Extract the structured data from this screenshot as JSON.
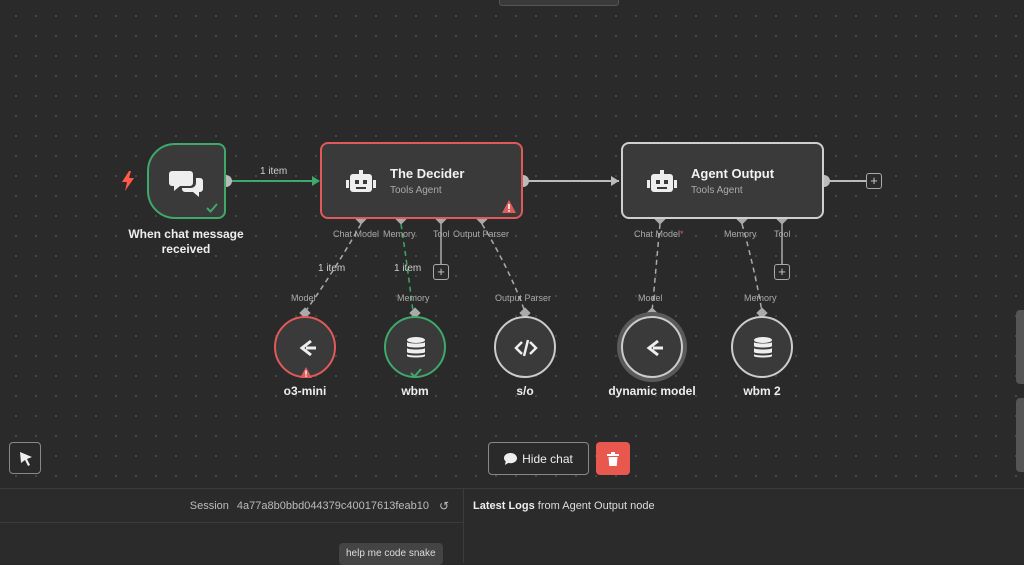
{
  "nodes": {
    "trigger": {
      "caption": "When chat message received"
    },
    "decider": {
      "title": "The Decider",
      "subtitle": "Tools Agent"
    },
    "output": {
      "title": "Agent Output",
      "subtitle": "Tools Agent"
    }
  },
  "ports": {
    "decider": {
      "chat_model": "Chat Model",
      "memory": "Memory",
      "tool": "Tool",
      "output_parser": "Output Parser"
    },
    "output": {
      "chat_model": "Chat Model",
      "required_mark": "*",
      "memory": "Memory",
      "tool": "Tool"
    }
  },
  "edge_labels": {
    "trigger_to_decider": "1 item",
    "model_link": "1 item",
    "memory_link": "1 item"
  },
  "sub_nodes": [
    {
      "top_label": "Model",
      "caption": "o3-mini",
      "status": "warning"
    },
    {
      "top_label": "Memory",
      "caption": "wbm",
      "status": "success"
    },
    {
      "top_label": "Output Parser",
      "caption": "s/o",
      "status": "none"
    },
    {
      "top_label": "Model",
      "caption": "dynamic model",
      "status": "none"
    },
    {
      "top_label": "Memory",
      "caption": "wbm 2",
      "status": "none"
    }
  ],
  "toolbar": {
    "hide_chat": "Hide chat"
  },
  "session": {
    "label": "Session",
    "id": "4a77a8b0bbd044379c40017613feab10"
  },
  "logs": {
    "bold": "Latest Logs",
    "rest": " from Agent Output node"
  },
  "chat": {
    "message": "help me code snake"
  },
  "colors": {
    "success": "#3fa86b",
    "error": "#e05a5a",
    "delete": "#e8584f",
    "bolt": "#ff5a4a"
  }
}
